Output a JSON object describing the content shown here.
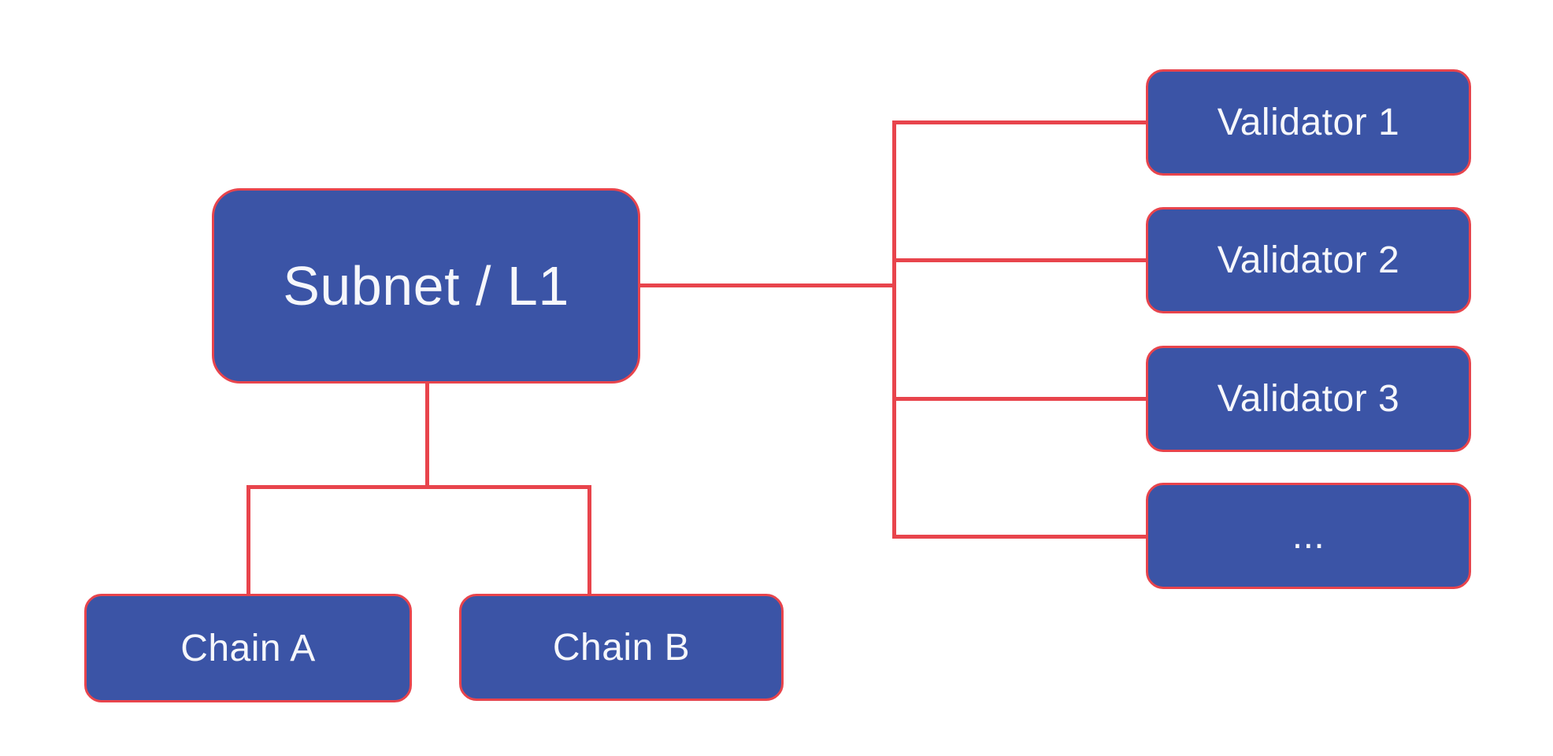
{
  "diagram": {
    "theme": {
      "node_fill": "#3b54a6",
      "line_color": "#e8444c",
      "text_color": "#f6f7fb",
      "bg_color": "#ffffff"
    },
    "subnet": {
      "label": "Subnet / L1"
    },
    "chains": [
      {
        "label": "Chain A"
      },
      {
        "label": "Chain B"
      }
    ],
    "validators": [
      {
        "label": "Validator 1"
      },
      {
        "label": "Validator 2"
      },
      {
        "label": "Validator 3"
      },
      {
        "label": "..."
      }
    ]
  }
}
